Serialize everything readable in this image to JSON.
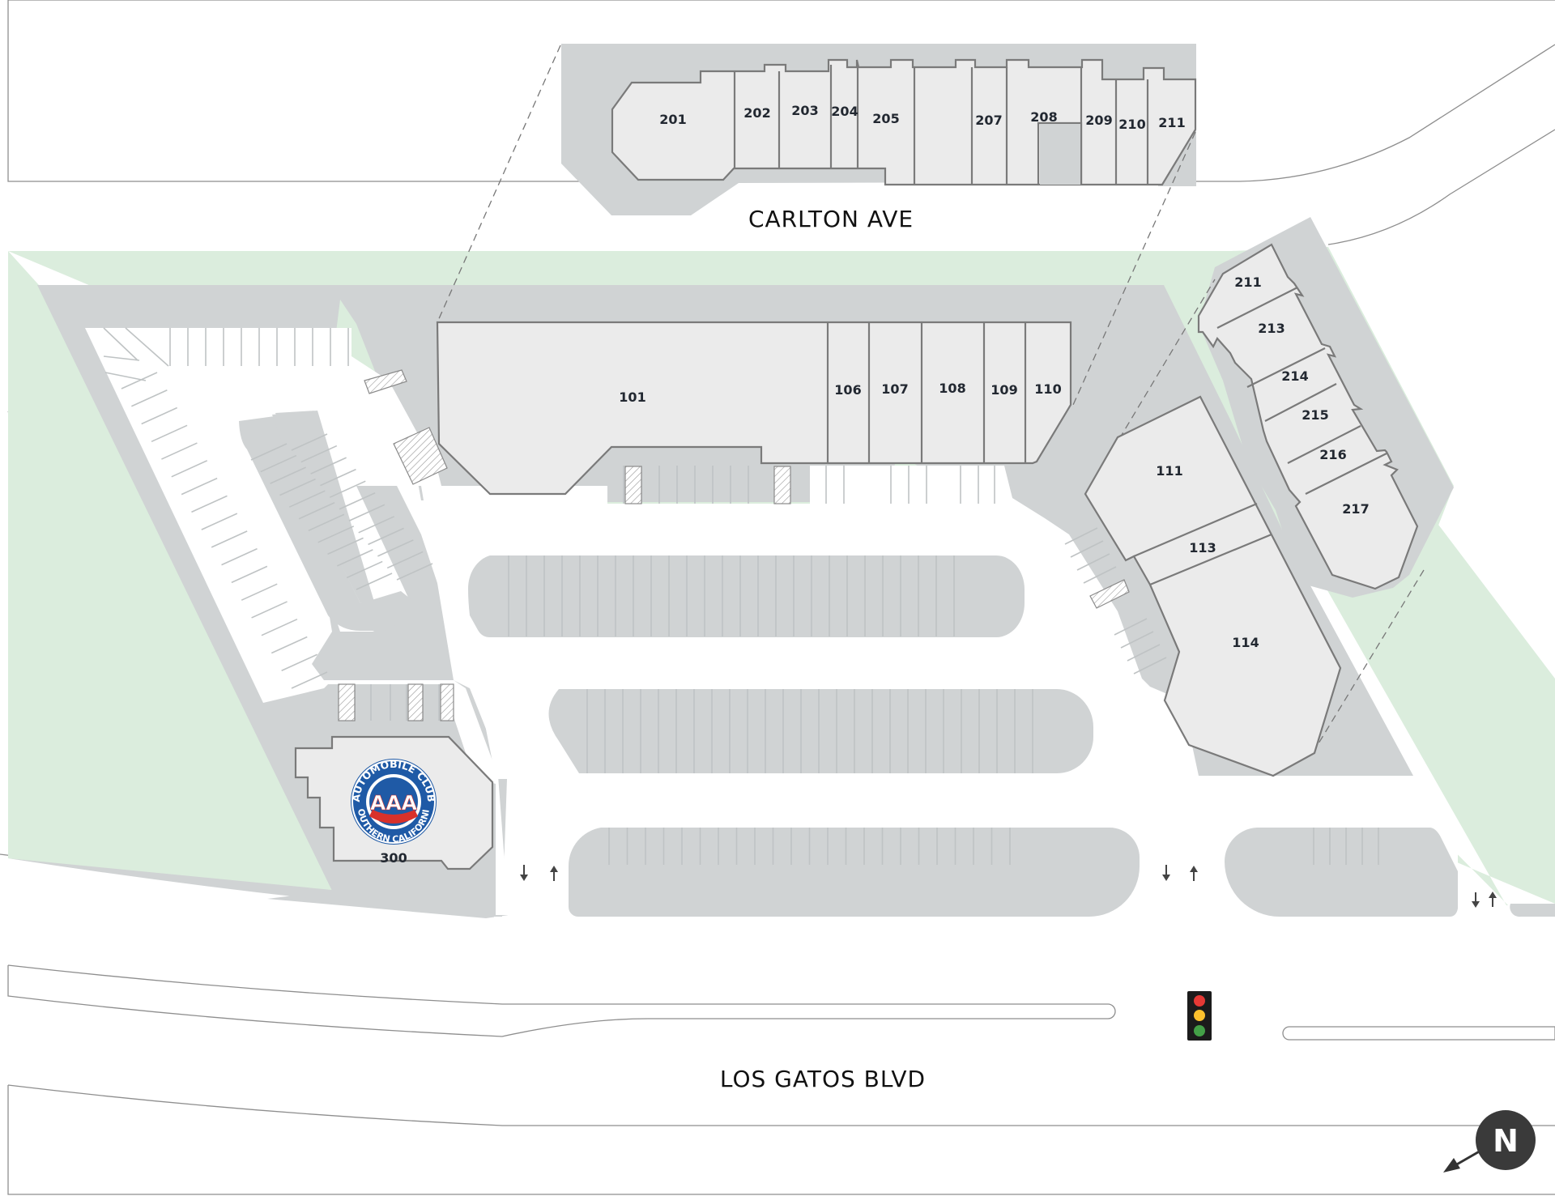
{
  "streets": {
    "north": "CARLTON AVE",
    "south": "LOS GATOS BLVD"
  },
  "units": {
    "u201": "201",
    "u202": "202",
    "u203": "203",
    "u204": "204",
    "u205": "205",
    "u207": "207",
    "u208": "208",
    "u209": "209",
    "u210": "210",
    "u211a": "211",
    "u101": "101",
    "u106": "106",
    "u107": "107",
    "u108": "108",
    "u109": "109",
    "u110": "110",
    "u111": "111",
    "u113": "113",
    "u114": "114",
    "u211b": "211",
    "u213": "213",
    "u214": "214",
    "u215": "215",
    "u216": "216",
    "u217": "217",
    "u300": "300"
  },
  "aaa_logo": {
    "top_text": "AUTOMOBILE CLUB",
    "bottom_text": "SOUTHERN CALIFORNIA",
    "center_text": "AAA"
  },
  "compass": {
    "label": "N"
  },
  "colors": {
    "landscape_green": "#dbeddd",
    "parking_gray": "#d0d3d4",
    "building_fill": "#ebebeb",
    "aaa_blue": "#1f5aa6",
    "aaa_red": "#d8312b",
    "signal_red": "#e53935",
    "signal_yellow": "#fbc02d",
    "signal_green": "#43a047"
  }
}
